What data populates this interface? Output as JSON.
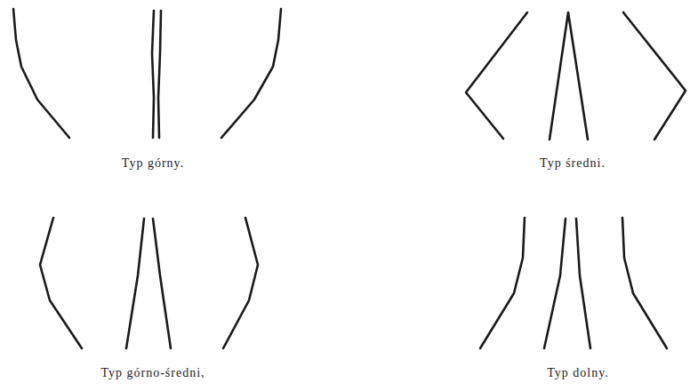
{
  "diagram": {
    "labels": [
      "Typ górny.",
      "Typ średni.",
      "Typ górno-średni,",
      "Typ dolny."
    ]
  }
}
